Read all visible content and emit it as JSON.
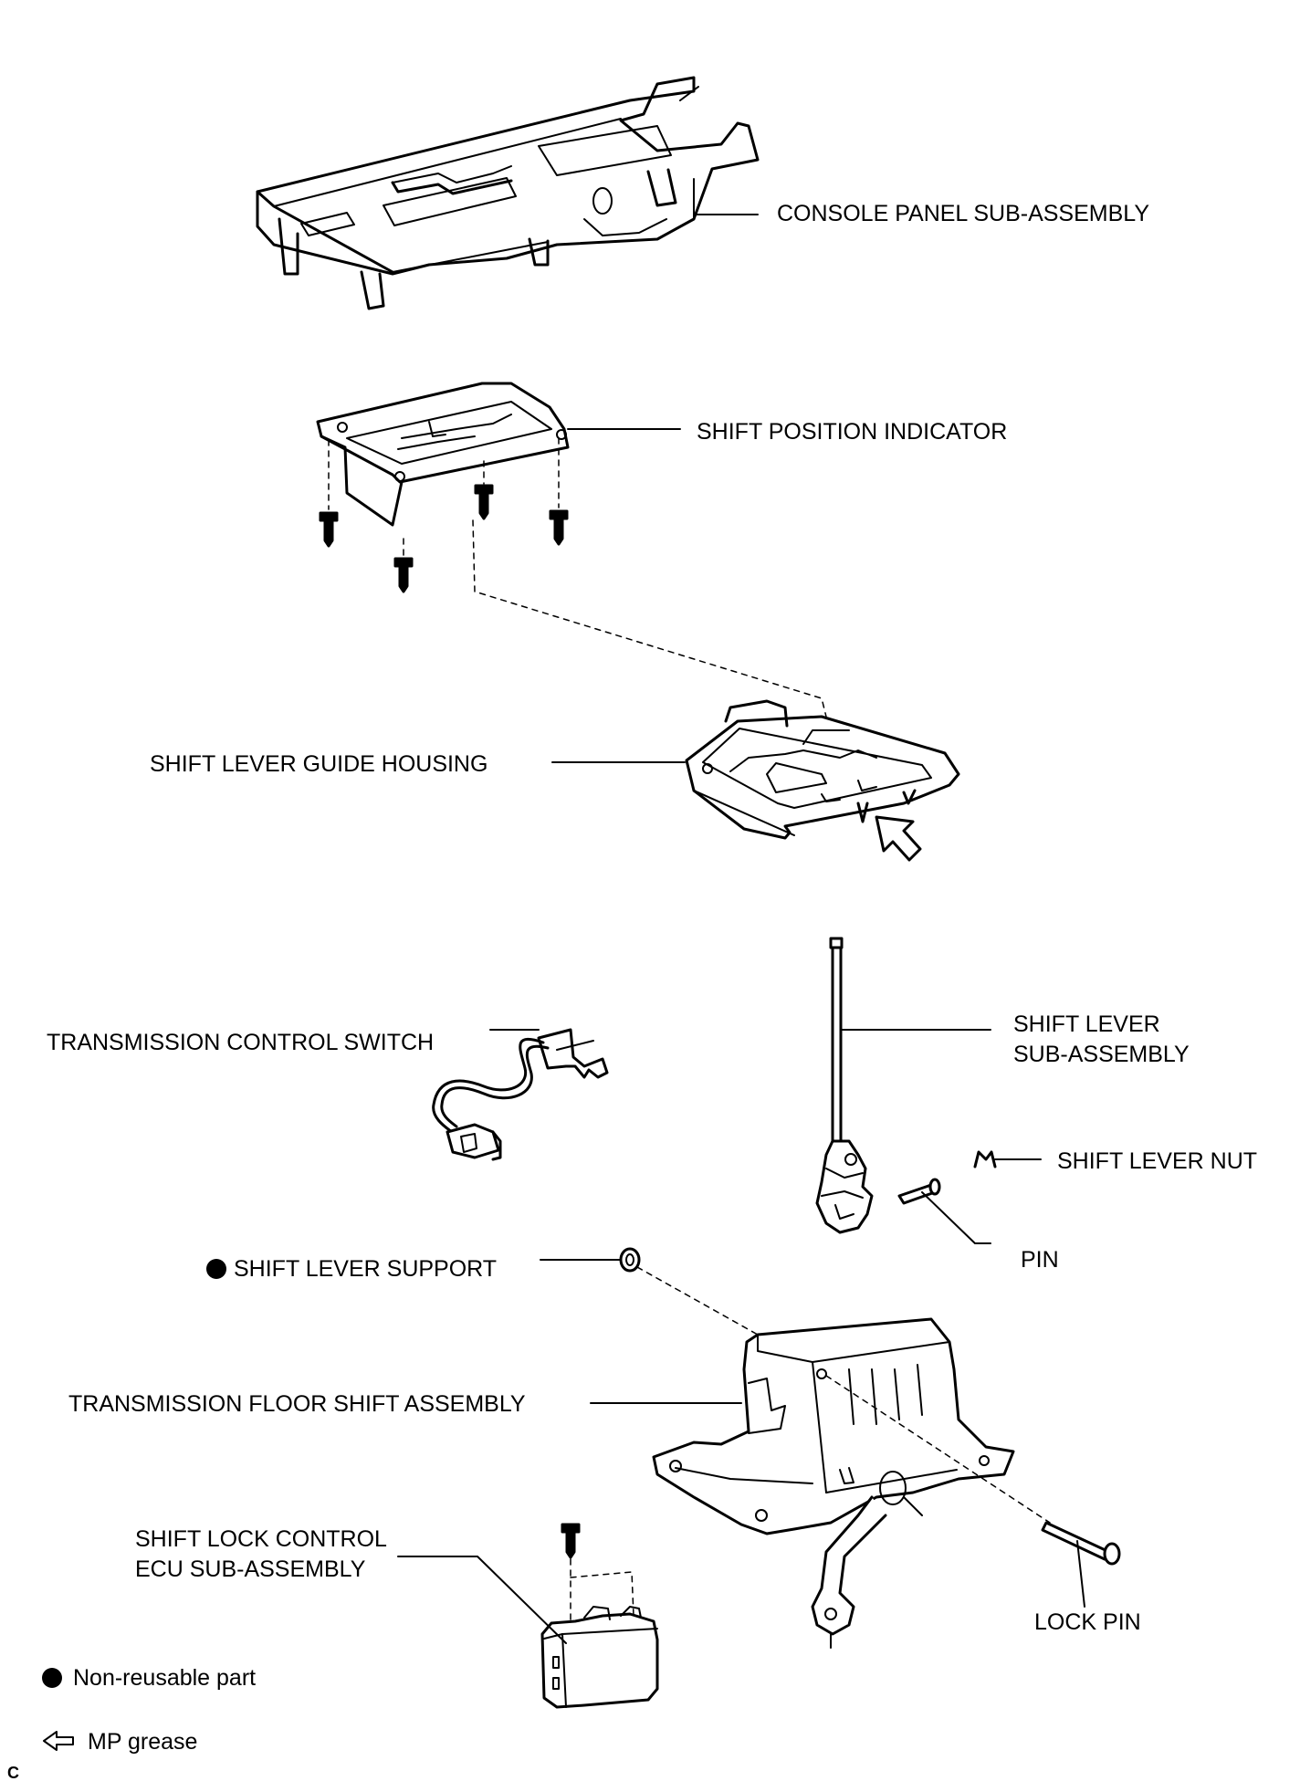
{
  "labels": {
    "console_panel": "CONSOLE PANEL SUB-ASSEMBLY",
    "shift_position_indicator": "SHIFT POSITION INDICATOR",
    "shift_lever_guide_housing": "SHIFT LEVER GUIDE HOUSING",
    "transmission_control_switch": "TRANSMISSION CONTROL SWITCH",
    "shift_lever_sub_assembly": [
      "SHIFT LEVER",
      "SUB-ASSEMBLY"
    ],
    "shift_lever_nut": "SHIFT LEVER NUT",
    "pin": "PIN",
    "shift_lever_support": "SHIFT LEVER SUPPORT",
    "transmission_floor_shift_assembly": "TRANSMISSION FLOOR SHIFT ASSEMBLY",
    "shift_lock_control_ecu": [
      "SHIFT LOCK CONTROL",
      "ECU SUB-ASSEMBLY"
    ],
    "lock_pin": "LOCK PIN"
  },
  "legend": {
    "non_reusable": "Non-reusable part",
    "mp_grease": "MP grease"
  },
  "corner_mark": "C",
  "icons": {
    "non_reusable": "filled-circle-icon",
    "mp_grease": "hollow-left-arrow-icon"
  }
}
